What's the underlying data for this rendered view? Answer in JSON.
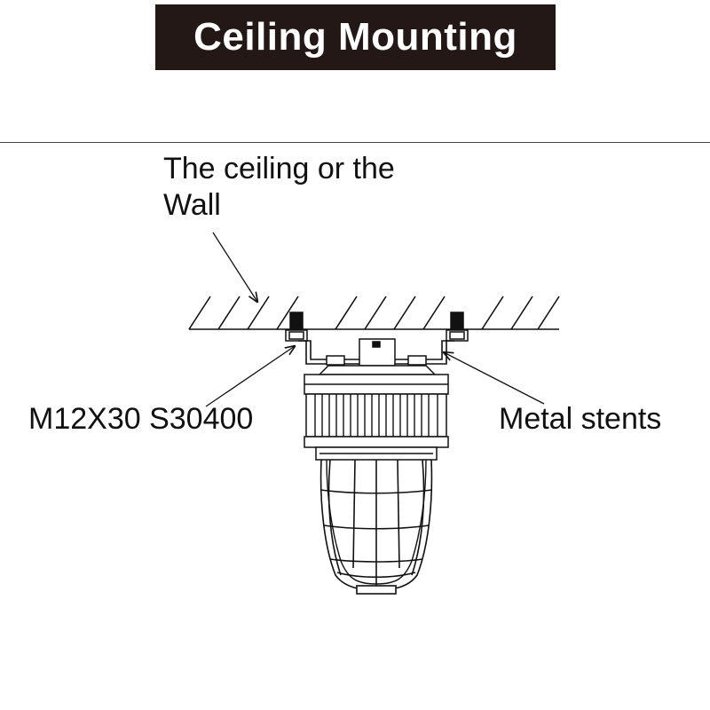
{
  "title": "Ceiling Mounting",
  "labels": {
    "ceiling_line1": "The ceiling or the",
    "ceiling_line2": "Wall",
    "bolt": "M12X30 S30400",
    "stents": "Metal stents"
  },
  "colors": {
    "title_bg": "#231815",
    "title_text": "#ffffff",
    "line": "#111111"
  }
}
